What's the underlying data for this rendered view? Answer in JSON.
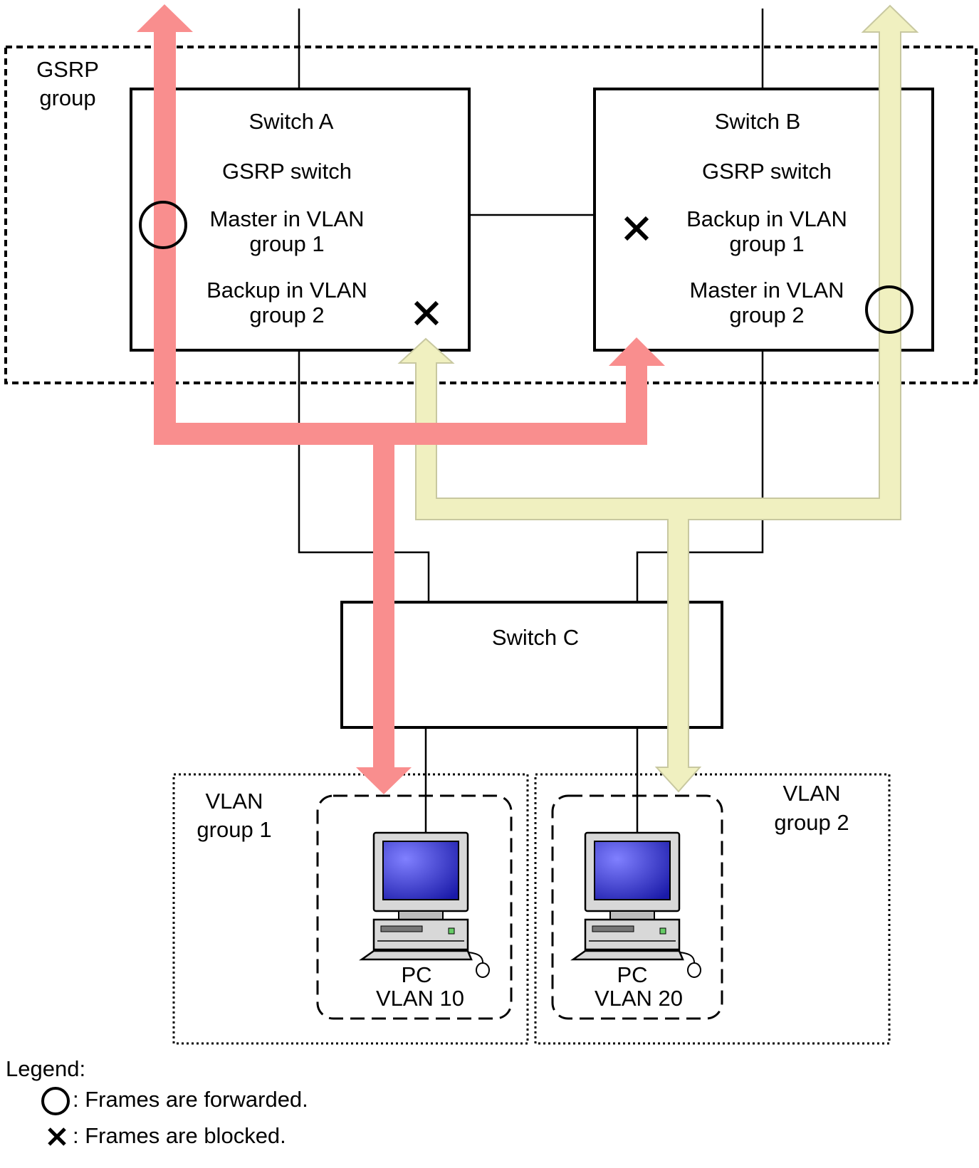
{
  "gsrp_group": {
    "label_line1": "GSRP",
    "label_line2": "group"
  },
  "switch_a": {
    "title": "Switch A",
    "role": "GSRP switch",
    "vlan_group1_line1": "Master in VLAN",
    "vlan_group1_line2": "group 1",
    "vlan_group2_line1": "Backup in VLAN",
    "vlan_group2_line2": "group 2"
  },
  "switch_b": {
    "title": "Switch B",
    "role": "GSRP switch",
    "vlan_group1_line1": "Backup in VLAN",
    "vlan_group1_line2": "group 1",
    "vlan_group2_line1": "Master in VLAN",
    "vlan_group2_line2": "group 2"
  },
  "switch_c": {
    "title": "Switch C"
  },
  "vlan_group_1": {
    "label_line1": "VLAN",
    "label_line2": "group 1"
  },
  "vlan_group_2": {
    "label_line1": "VLAN",
    "label_line2": "group 2"
  },
  "pc_vlan10": {
    "line1": "PC",
    "line2": "VLAN 10"
  },
  "pc_vlan20": {
    "line1": "PC",
    "line2": "VLAN 20"
  },
  "legend": {
    "title": "Legend:",
    "forwarded": ": Frames are forwarded.",
    "blocked": ": Frames are blocked."
  },
  "colors": {
    "vlan_group1_flow": "#f98e8e",
    "vlan_group2_flow": "#f0f0c0",
    "vlan_group2_flow_edge": "#c8c8a0",
    "pc_screen": "#1a1aa8"
  }
}
